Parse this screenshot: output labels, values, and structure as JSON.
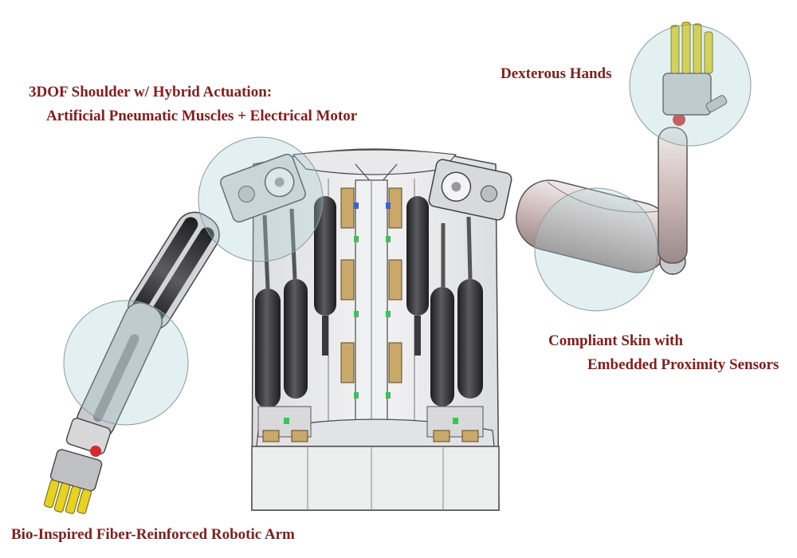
{
  "labels": {
    "shoulder": {
      "line1": "3DOF Shoulder w/ Hybrid Actuation:",
      "line2": "Artificial Pneumatic Muscles + Electrical Motor"
    },
    "hands": "Dexterous Hands",
    "skin": {
      "line1": "Compliant Skin with",
      "line2": "Embedded Proximity Sensors"
    },
    "arm": "Bio-Inspired Fiber-Reinforced Robotic Arm"
  },
  "colors": {
    "label_text": "#8b1a1a",
    "highlight_fill": "#a9cfd4",
    "frame_fill": "#e6e7e9",
    "frame_stroke": "#4a4a4a",
    "muscle_fill": "#2b2b2d",
    "sleeve_fill": "#cdb9b9",
    "finger_fill": "#e6d21f",
    "motor_fill": "#c9a86a",
    "sensor_green": "#39c35a",
    "sensor_blue": "#3a63d8",
    "joint_red": "#d42a2a"
  }
}
